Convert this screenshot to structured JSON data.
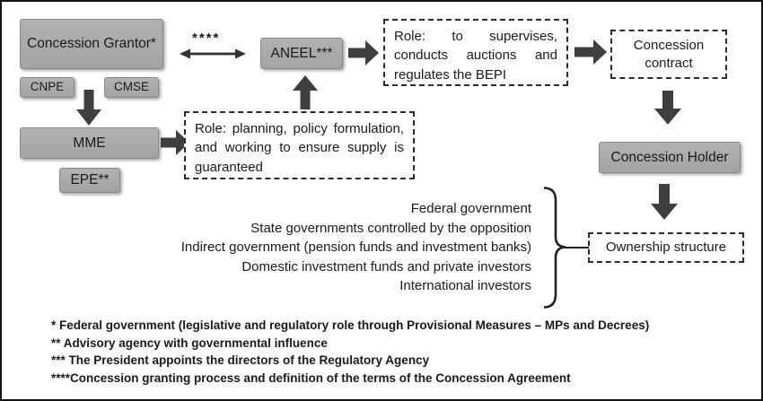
{
  "boxes": {
    "grantor": "Concession Grantor*",
    "cnpe": "CNPE",
    "cmse": "CMSE",
    "mme": "MME",
    "epe": "EPE**",
    "aneel": "ANEEL***",
    "concession_holder": "Concession Holder"
  },
  "dashed_boxes": {
    "role_planning": "Role: planning, policy formulation, and working to ensure supply is guaranteed",
    "role_supervises": "Role: to supervises, conducts auctions and regulates the BEPI",
    "concession_contract": "Concession contract",
    "ownership_structure": "Ownership structure"
  },
  "stars_label": "****",
  "ownership": {
    "items": [
      "Federal government",
      "State governments controlled by the opposition",
      "Indirect government (pension funds and investment banks)",
      "Domestic investment funds and private investors",
      "International investors"
    ]
  },
  "footnotes": {
    "lines": [
      "* Federal government (legislative and regulatory role through Provisional Measures – MPs and Decrees)",
      "** Advisory agency with governmental influence",
      "*** The President appoints the directors of the Regulatory Agency",
      "****Concession granting process and definition of the terms of the Concession Agreement"
    ]
  },
  "colors": {
    "box_fill": "#a8a8a8",
    "box_border": "#8a8a8a",
    "arrow": "#3f3f3f",
    "dashed_border": "#2b2b2b",
    "frame_border": "#141414"
  }
}
